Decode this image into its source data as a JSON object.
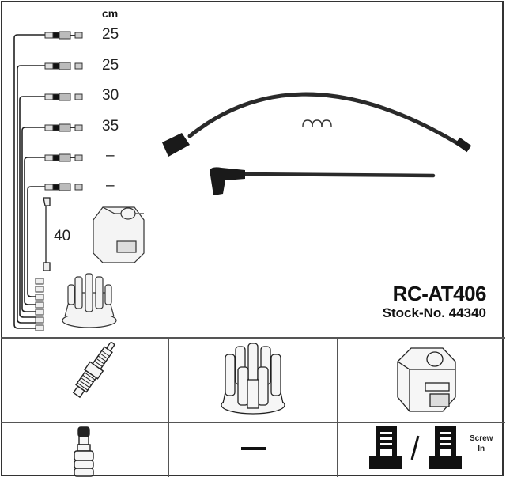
{
  "header": {
    "unit_label": "cm"
  },
  "cables": [
    {
      "index": 1,
      "length": "25"
    },
    {
      "index": 2,
      "length": "25"
    },
    {
      "index": 3,
      "length": "30"
    },
    {
      "index": 4,
      "length": "35"
    },
    {
      "index": 5,
      "length": "–"
    },
    {
      "index": 6,
      "length": "–"
    }
  ],
  "coil_lead": {
    "length": "40"
  },
  "product": {
    "code": "RC-AT406",
    "stock_number": "Stock-No. 44340"
  },
  "legend": {
    "row1": [
      "spark-plug",
      "distributor-cap",
      "ignition-coil"
    ],
    "row2": {
      "plug_terminal": "plug-terminal-icon",
      "distributor_terminal": "—",
      "coil_terminal": "/",
      "coil_terminal_note": "Screw in"
    }
  },
  "screw_label_line1": "Screw",
  "screw_label_line2": "In",
  "colors": {
    "line": "#222222",
    "border": "#555555"
  }
}
